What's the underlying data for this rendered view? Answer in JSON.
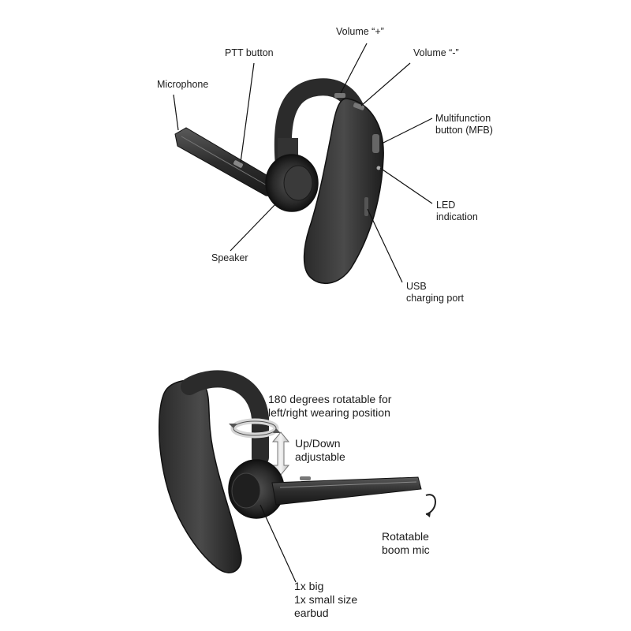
{
  "top_diagram": {
    "labels": {
      "volume_plus": "Volume “+”",
      "volume_minus": "Volume “-”",
      "ptt_button": "PTT button",
      "microphone": "Microphone",
      "mfb_line1": "Multifunction",
      "mfb_line2": "button (MFB)",
      "led_line1": "LED",
      "led_line2": "indication",
      "speaker": "Speaker",
      "usb_line1": "USB",
      "usb_line2": "charging port"
    }
  },
  "bottom_diagram": {
    "labels": {
      "rotate_line1": "180 degrees rotatable for",
      "rotate_line2": "left/right wearing position",
      "updown_line1": "Up/Down",
      "updown_line2": "adjustable",
      "boom_line1": "Rotatable",
      "boom_line2": "boom mic",
      "earbud_line1": "1x big",
      "earbud_line2": "1x small size",
      "earbud_line3": "earbud"
    }
  }
}
